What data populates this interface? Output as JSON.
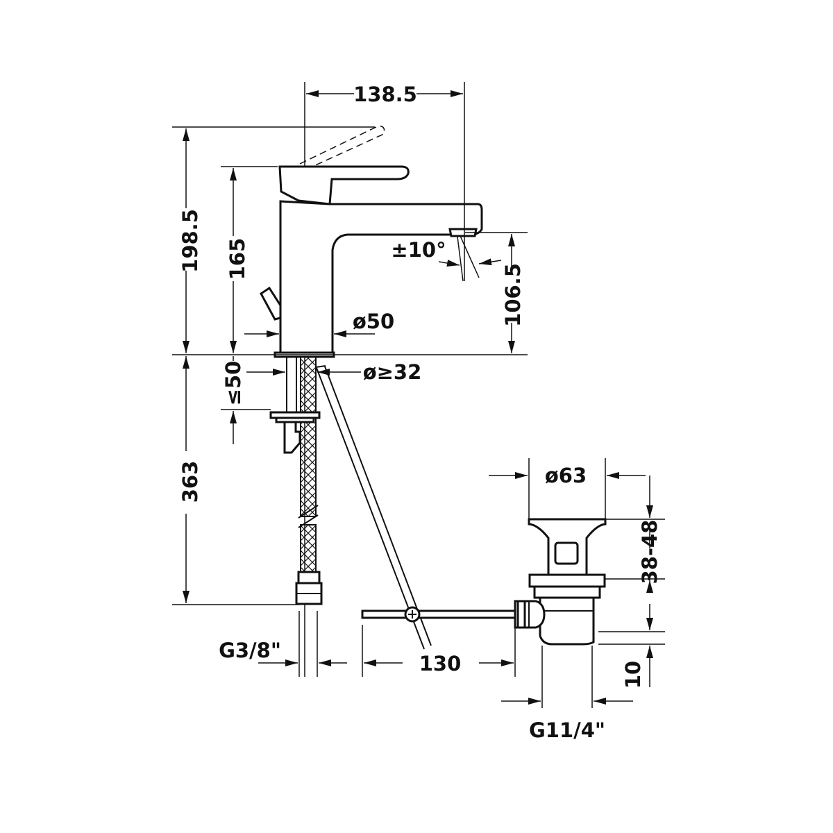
{
  "colors": {
    "line": "#111111",
    "background": "#ffffff"
  },
  "dimensions": {
    "d_138_5": "138.5",
    "d_198_5": "198.5",
    "d_165": "165",
    "d_pm10": "±10°",
    "d_106_5": "106.5",
    "d_o50": "ø50",
    "d_o32": "ø≥32",
    "d_le50": "≤50",
    "d_363": "363",
    "d_o63": "ø63",
    "d_38_48": "38-48",
    "d_10": "10",
    "d_g38": "G3/8\"",
    "d_130": "130",
    "d_g114": "G11/4\""
  }
}
